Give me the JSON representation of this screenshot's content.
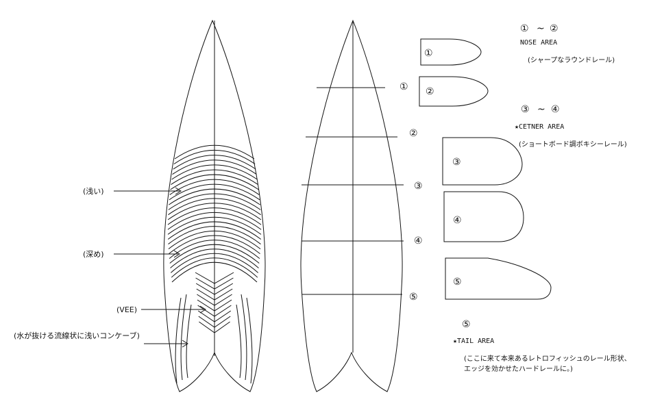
{
  "left_board": {
    "labels": {
      "shallow": "(浅い)",
      "deep": "(深め)",
      "vee": "(VEE)",
      "concave": "(水が抜ける流線状に浅いコンケーブ)"
    }
  },
  "right_board": {
    "section_numbers": [
      "①",
      "②",
      "③",
      "④",
      "⑤"
    ]
  },
  "rail_profiles": [
    "①",
    "②",
    "③",
    "④",
    "⑤"
  ],
  "notes": {
    "nose": {
      "range_start": "①",
      "range_sep": "~",
      "range_end": "②",
      "area": "NOSE AREA",
      "desc": "(シャープなラウンドレール)"
    },
    "center": {
      "range_start": "③",
      "range_sep": "~",
      "range_end": "④",
      "area": "★CETNER AREA",
      "desc": "(ショートボード調ボキシーレール)"
    },
    "tail": {
      "range_start": "⑤",
      "area": "★TAIL AREA",
      "desc_line1": "(ここに来て本来あるレトロフィッシュのレール形状、",
      "desc_line2": "エッジを効かせたハードレールに。)"
    }
  }
}
